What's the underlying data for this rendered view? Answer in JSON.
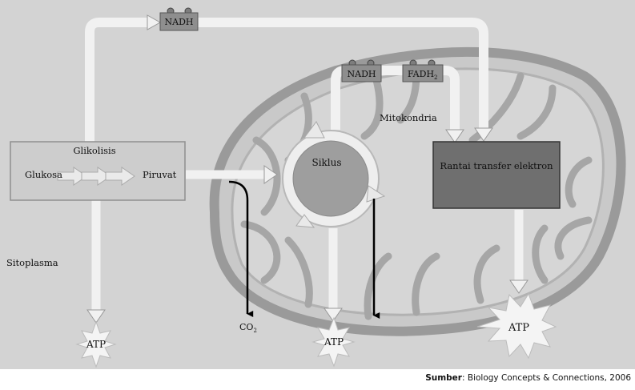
{
  "labels": {
    "nadh_top": "NADH",
    "nadh_mito": "NADH",
    "fadh2_base": "FADH",
    "fadh2_sub": "2",
    "mitokondria": "Mitokondria",
    "glikolisis": "Glikolisis",
    "glukosa": "Glukosa",
    "piruvat": "Piruvat",
    "siklus": "Siklus",
    "rantai": "Rantai transfer elektron",
    "sitoplasma": "Sitoplasma",
    "co2_base": "CO",
    "co2_sub": "2",
    "atp_left": "ATP",
    "atp_mid": "ATP",
    "atp_right": "ATP"
  },
  "source": {
    "prefix": "Sumber",
    "text": ": Biology Concepts & Connections, 2006"
  }
}
